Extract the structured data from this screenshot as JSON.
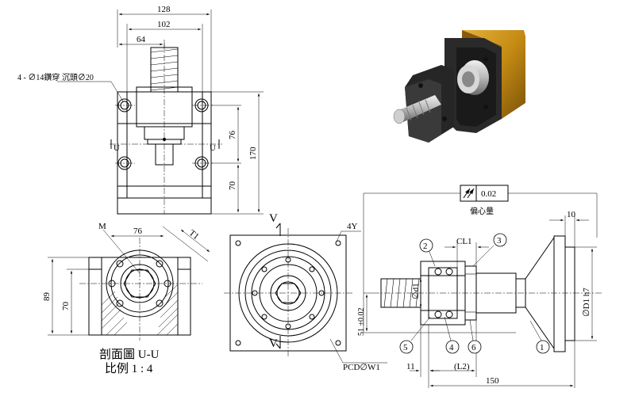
{
  "front_view": {
    "dim_128": "128",
    "dim_102": "102",
    "dim_64": "64",
    "dim_170": "170",
    "dim_76": "76",
    "dim_70": "70",
    "hole_note": "4 - ∅14鑽穿 沉頭∅20",
    "section_mark_left": "U",
    "section_mark_right": "U"
  },
  "section_view": {
    "label_m": "M",
    "dim_76": "76",
    "dim_t1": "T1",
    "dim_89": "89",
    "dim_70": "70",
    "title": "剖面圖 U-U",
    "scale": "比例 1 : 4"
  },
  "end_view": {
    "label_v_top": "V",
    "label_v_bottom": "V",
    "label_4y": "4Y",
    "label_pcd": "PCD∅W1"
  },
  "side_view": {
    "runout_value": "0.02",
    "runout_label": "偏心量",
    "dim_cl1": "CL1",
    "dim_d1": "∅d1",
    "dim_51": "51 ±0.02",
    "dim_10": "10",
    "dim_D1": "∅D1 h7",
    "dim_11": "11",
    "dim_L2": "(L2)",
    "dim_150": "150",
    "balloons": [
      "1",
      "2",
      "3",
      "4",
      "5",
      "6"
    ]
  }
}
